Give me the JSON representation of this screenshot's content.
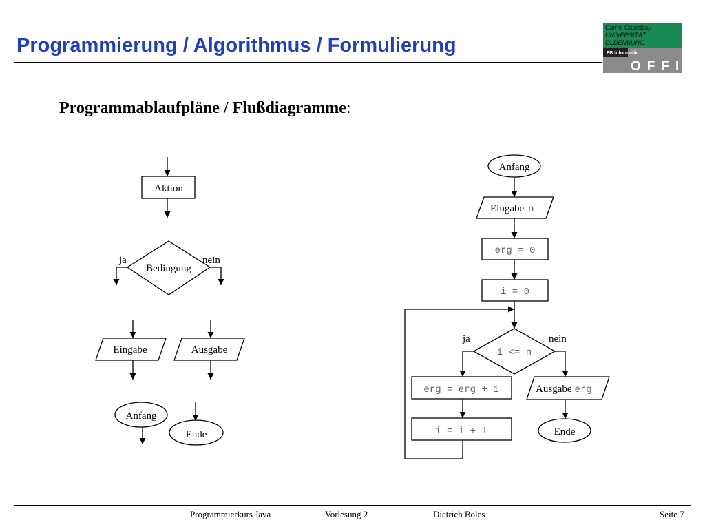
{
  "header": {
    "title": "Programmierung / Algorithmus / Formulierung",
    "subtitle_bold": "Programmablaufpläne / Flußdiagramme",
    "subtitle_colon": ":"
  },
  "logo": {
    "signature": "Carl v. Ossietzky",
    "university": "UNIVERSITÄT",
    "city": "OLDENBURG",
    "department": "FB Informatik",
    "brand": "OFFIS",
    "colors": {
      "green": "#1a8a55",
      "dark": "#222222",
      "gray": "#8a8a8a"
    }
  },
  "legend": {
    "action": "Aktion",
    "condition": "Bedingung",
    "yes": "ja",
    "no": "nein",
    "input": "Eingabe",
    "output": "Ausgabe",
    "start": "Anfang",
    "end": "Ende"
  },
  "algorithm": {
    "start": "Anfang",
    "input_word": "Eingabe",
    "input_var": "n",
    "init_erg": "erg = 0",
    "init_i": "i = 0",
    "condition": "i <= n",
    "yes": "ja",
    "no": "nein",
    "add": "erg = erg + i",
    "increment": "i = i + 1",
    "output_word": "Ausgabe",
    "output_var": "erg",
    "end": "Ende"
  },
  "footer": {
    "course": "Programmierkurs Java",
    "lecture": "Vorlesung 2",
    "author": "Dietrich Boles",
    "page": "Seite 7"
  }
}
